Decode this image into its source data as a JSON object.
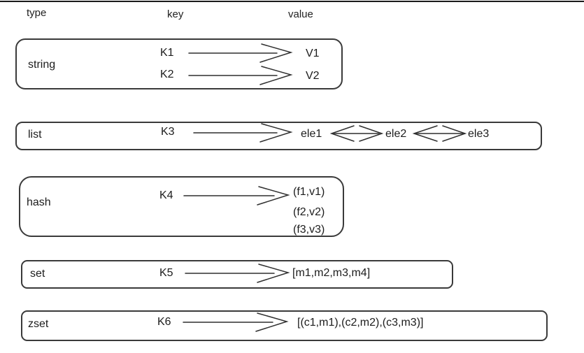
{
  "header": {
    "type_label": "type",
    "key_label": "key",
    "value_label": "value"
  },
  "rows": [
    {
      "type_label": "string",
      "entries": [
        {
          "key": "K1",
          "value": "V1"
        },
        {
          "key": "K2",
          "value": "V2"
        }
      ]
    },
    {
      "type_label": "list",
      "key": "K3",
      "elements": [
        "ele1",
        "ele2",
        "ele3"
      ]
    },
    {
      "type_label": "hash",
      "key": "K4",
      "fields": [
        "(f1,v1)",
        "(f2,v2)",
        "(f3,v3)"
      ]
    },
    {
      "type_label": "set",
      "key": "K5",
      "value": "[m1,m2,m3,m4]"
    },
    {
      "type_label": "zset",
      "key": "K6",
      "value": "[(c1,m1),(c2,m2),(c3,m3)]"
    }
  ],
  "colors": {
    "stroke": "#333333",
    "text": "#1c1c1c",
    "background": "#ffffff"
  }
}
